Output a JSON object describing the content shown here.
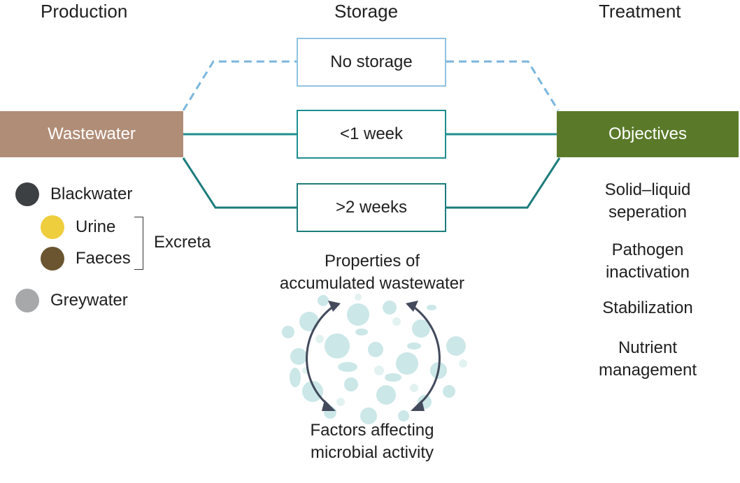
{
  "headers": {
    "production": "Production",
    "storage": "Storage",
    "treatment": "Treatment"
  },
  "wastewater_label": "Wastewater",
  "objectives_label": "Objectives",
  "storage_options": {
    "none": "No storage",
    "short": "<1 week",
    "long": ">2 weeks"
  },
  "legend": {
    "blackwater": "Blackwater",
    "urine": "Urine",
    "faeces": "Faeces",
    "excreta": "Excreta",
    "greywater": "Greywater"
  },
  "center": {
    "properties": [
      "Properties of",
      "accumulated wastewater"
    ],
    "factors": [
      "Factors affecting",
      "microbial activity"
    ]
  },
  "objectives": [
    [
      "Solid–liquid",
      "seperation"
    ],
    [
      "Pathogen",
      "inactivation"
    ],
    [
      "Stabilization"
    ],
    [
      "Nutrient",
      "management"
    ]
  ],
  "colors": {
    "wastewater": "#b08d77",
    "objectives": "#5a7a2a",
    "panel_light": "#add9d6",
    "panel_dark": "#8cc5c8",
    "blackwater": "#3d4042",
    "urine": "#efce3d",
    "faeces": "#6a5530",
    "greywater": "#a6a8aa",
    "dashed_line": "#7ab6dd",
    "teal_line": "#1e8f8f",
    "dark_teal_line": "#1d7c7c"
  }
}
